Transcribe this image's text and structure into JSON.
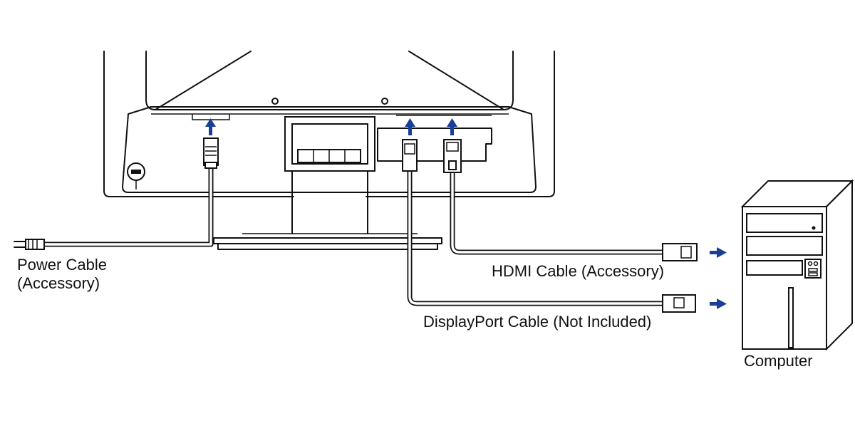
{
  "labels": {
    "power_line1": "Power Cable",
    "power_line2": "(Accessory)",
    "hdmi": "HDMI Cable (Accessory)",
    "displayport": "DisplayPort Cable (Not Included)",
    "computer": "Computer"
  },
  "colors": {
    "arrow": "#1a3f96",
    "line": "#111111",
    "background": "#ffffff"
  }
}
